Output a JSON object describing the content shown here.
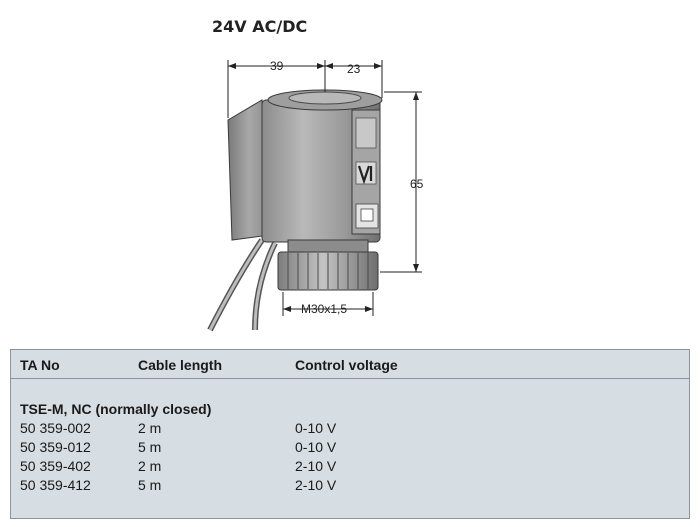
{
  "title": "24V AC/DC",
  "dimensions": {
    "width_left": "39",
    "width_right": "23",
    "height": "65",
    "thread": "M30x1,5"
  },
  "table": {
    "headers": [
      "TA No",
      "Cable length",
      "Control voltage"
    ],
    "group_label": "TSE-M, NC (normally closed)",
    "rows": [
      {
        "ta_no": "50 359-002",
        "cable_length": "2 m",
        "control_voltage": "0-10 V"
      },
      {
        "ta_no": "50 359-012",
        "cable_length": "5 m",
        "control_voltage": "0-10 V"
      },
      {
        "ta_no": "50 359-402",
        "cable_length": "2 m",
        "control_voltage": "2-10 V"
      },
      {
        "ta_no": "50 359-412",
        "cable_length": "5 m",
        "control_voltage": "2-10 V"
      }
    ]
  }
}
